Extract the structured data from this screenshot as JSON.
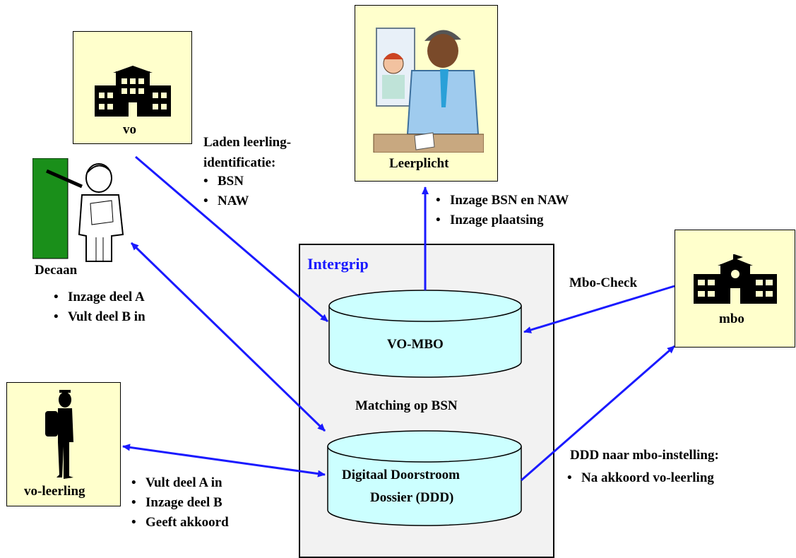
{
  "nodes": {
    "vo": "vo",
    "leerplicht": "Leerplicht",
    "decaan": "Decaan",
    "mbo": "mbo",
    "vo_leerling": "vo-leerling",
    "intergrip": "Intergrip",
    "vo_mbo_db": "VO-MBO",
    "ddd_db": [
      "Digitaal Doorstroom",
      "Dossier (DDD)"
    ],
    "matching": "Matching op BSN"
  },
  "annotations": {
    "vo_to_db_title": [
      "Laden leerling-",
      "identificatie:"
    ],
    "vo_to_db_items": [
      "BSN",
      "NAW"
    ],
    "leerplicht_items": [
      "Inzage BSN en NAW",
      "Inzage plaatsing"
    ],
    "decaan_items": [
      "Inzage deel A",
      "Vult deel B in"
    ],
    "mbo_check": "Mbo-Check",
    "leerling_items": [
      "Vult deel A in",
      "Inzage deel B",
      "Geeft akkoord"
    ],
    "ddd_to_mbo_title": "DDD naar mbo-instelling:",
    "ddd_to_mbo_items": [
      "Na akkoord vo-leerling"
    ]
  },
  "colors": {
    "arrow": "#1a1aff",
    "node_bg": "#ffffcc",
    "db_fill": "#ccffff",
    "intergrip_title": "#1a1aff",
    "panel_bg": "#f2f2f2"
  },
  "icons": {
    "vo": "school-building-icon",
    "mbo": "school-building-icon",
    "leerplicht": "officer-illustration-icon",
    "decaan": "teacher-illustration-icon",
    "vo_leerling": "student-silhouette-icon"
  }
}
